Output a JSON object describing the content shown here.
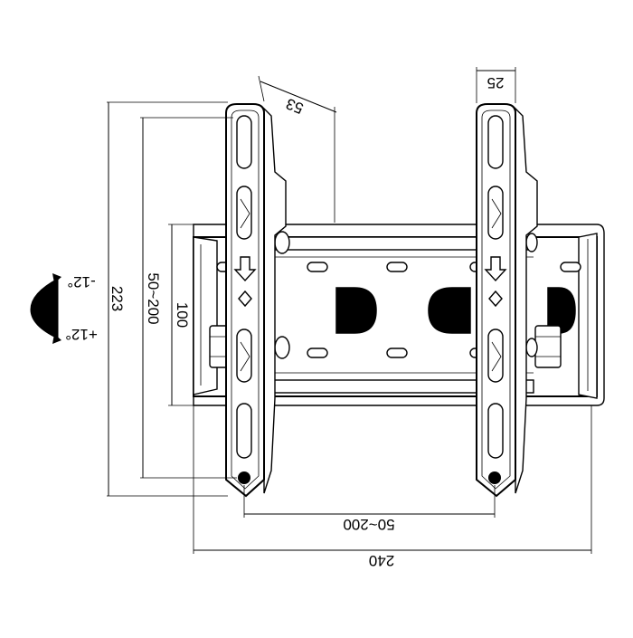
{
  "diagram": {
    "dimensions": {
      "overall_height": "223",
      "vesa_vertical_range": "50~200",
      "wall_plate_height": "100",
      "depth": "53",
      "arm_width": "25",
      "vesa_horizontal_range": "50~200",
      "overall_width": "240"
    },
    "tilt": {
      "up": "-12°",
      "down": "+12°"
    },
    "colors": {
      "line": "#000000",
      "background": "#ffffff"
    }
  }
}
